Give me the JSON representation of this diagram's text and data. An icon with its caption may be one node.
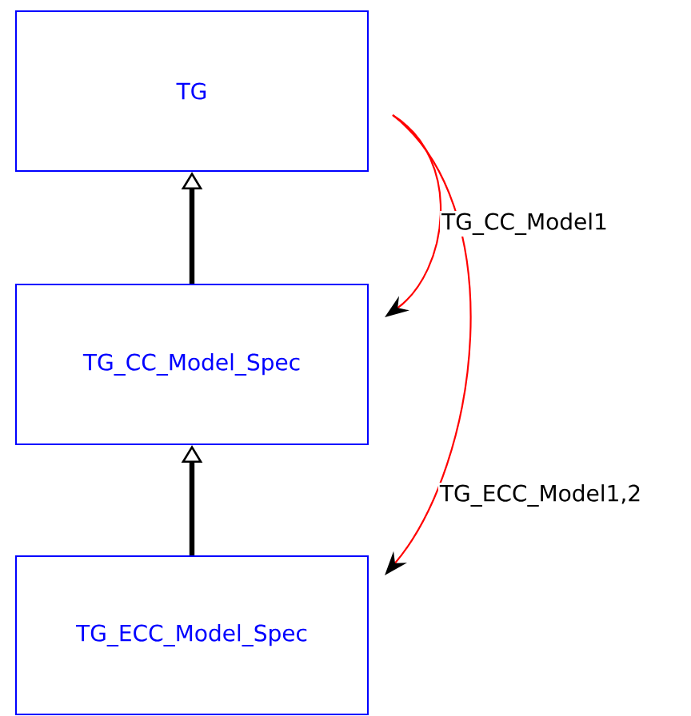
{
  "diagram": {
    "nodes": [
      {
        "text": [
          "TG"
        ]
      },
      {
        "text": [
          "TG_CC_Model_Spec"
        ]
      },
      {
        "text": [
          "TG_ECC_Model_Spec"
        ]
      }
    ],
    "edges": [
      {
        "from": 1,
        "to": 0,
        "arrow": "to",
        "style": "thick"
      },
      {
        "from": 2,
        "to": 1,
        "arrow": "to",
        "style": "thick"
      },
      {
        "from": 0,
        "to": 1,
        "arrow": "to",
        "label": "TG_CC_Model1",
        "color": "#ff0000"
      },
      {
        "from": 0,
        "to": 2,
        "arrow": "to",
        "label": "TG_ECC_Model1,2",
        "color": "#ff0000"
      }
    ]
  }
}
